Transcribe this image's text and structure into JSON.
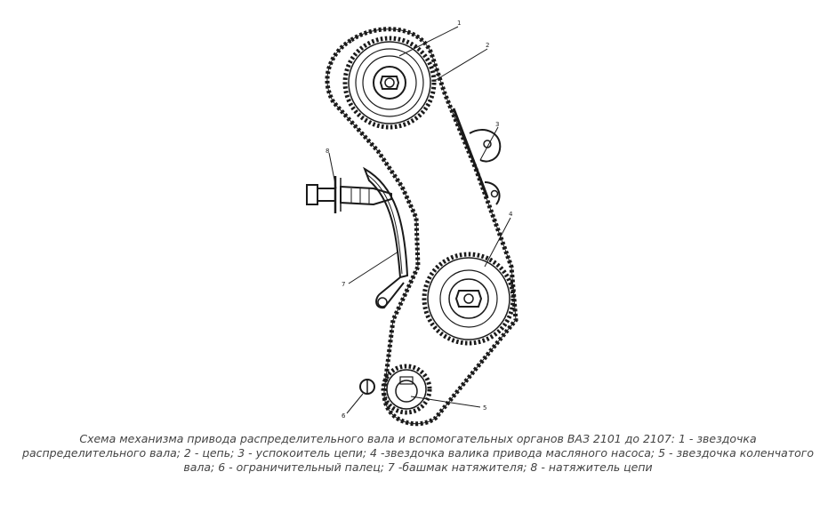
{
  "diagram": {
    "labels": {
      "l1": "1",
      "l2": "2",
      "l3": "3",
      "l4": "4",
      "l5": "5",
      "l6": "6",
      "l7": "7",
      "l8": "8"
    },
    "components": [
      "camshaft-sprocket",
      "chain",
      "chain-damper",
      "oil-pump-shaft-sprocket",
      "crankshaft-sprocket",
      "limiter-pin",
      "tensioner-shoe",
      "chain-tensioner"
    ]
  },
  "caption": {
    "line1": "Схема механизма привода распределительного вала и вспомогательных органов ВАЗ 2101 до 2107: 1 - звездочка",
    "line2": "распределительного вала; 2 - цепь; 3 - успокоитель цепи; 4 -звездочка валика привода масляного насоса; 5 - звездочка коленчатого",
    "line3": "вала; 6 - ограничительный палец; 7 -башмак натяжителя; 8 - натяжитель цепи"
  },
  "colors": {
    "ink": "#1a1a1a",
    "caption": "#444444",
    "background": "#ffffff"
  }
}
